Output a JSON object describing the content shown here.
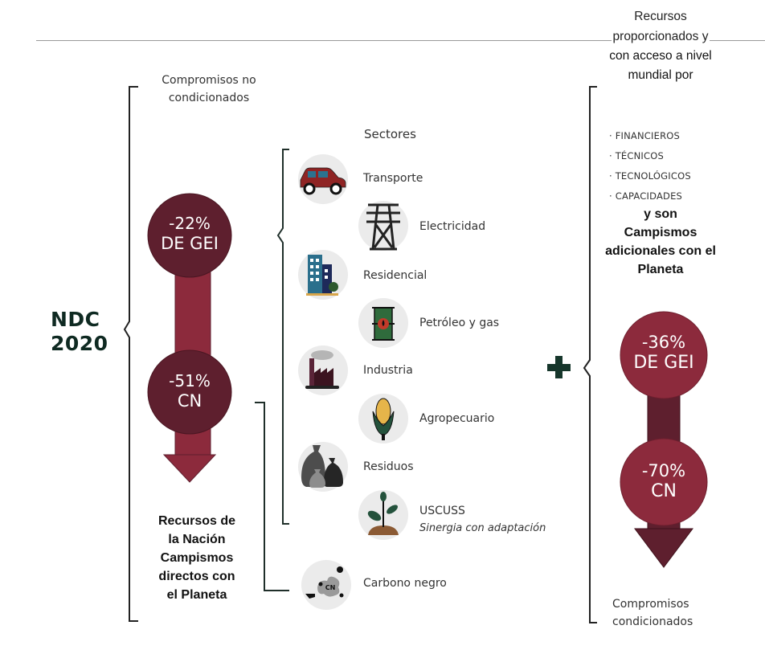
{
  "title": {
    "ndc_line1": "NDC",
    "ndc_line2": "2020"
  },
  "left_column": {
    "heading_line1": "Compromisos no",
    "heading_line2": "condicionados",
    "arrow": {
      "top": {
        "value": "-22%",
        "label": "DE GEI"
      },
      "bottom": {
        "value": "-51%",
        "label": "CN"
      },
      "circle_color": "#5e1f2e",
      "shaft_color": "#8c2a3c"
    },
    "resources_lines": [
      "Recursos de",
      "la Nación",
      "Campismos",
      "directos con",
      "el Planeta"
    ]
  },
  "sectors": {
    "heading": "Sectores",
    "items": [
      {
        "label": "Transporte",
        "icon": "car-icon"
      },
      {
        "label": "Electricidad",
        "icon": "power-tower-icon"
      },
      {
        "label": "Residencial",
        "icon": "buildings-icon"
      },
      {
        "label": "Petróleo y gas",
        "icon": "oil-barrel-icon"
      },
      {
        "label": "Industria",
        "icon": "factory-icon"
      },
      {
        "label": "Agropecuario",
        "icon": "corn-icon"
      },
      {
        "label": "Residuos",
        "icon": "garbage-bags-icon"
      },
      {
        "label": "USCUSS",
        "sublabel": "Sinergia con adaptación",
        "icon": "plant-icon"
      }
    ],
    "extra": {
      "label": "Carbono negro",
      "icon": "black-carbon-icon",
      "icon_text": "CN"
    }
  },
  "plus_symbol": "+",
  "right_column": {
    "header_lines": [
      "Recursos",
      "proporcionados y",
      "con acceso a nivel",
      "mundial por"
    ],
    "bullets": [
      "· FINANCIEROS",
      "· TÉCNICOS",
      "· TECNOLÓGICOS",
      "· CAPACIDADES"
    ],
    "additional_lines": [
      "y son",
      "Campismos",
      "adicionales con el",
      "Planeta"
    ],
    "arrow": {
      "top": {
        "value": "-36%",
        "label": "DE GEI"
      },
      "bottom": {
        "value": "-70%",
        "label": "CN"
      },
      "circle_color": "#8c2a3c",
      "shaft_color": "#5e1f2e"
    },
    "footer_line1": "Compromisos",
    "footer_line2": "condicionados"
  }
}
